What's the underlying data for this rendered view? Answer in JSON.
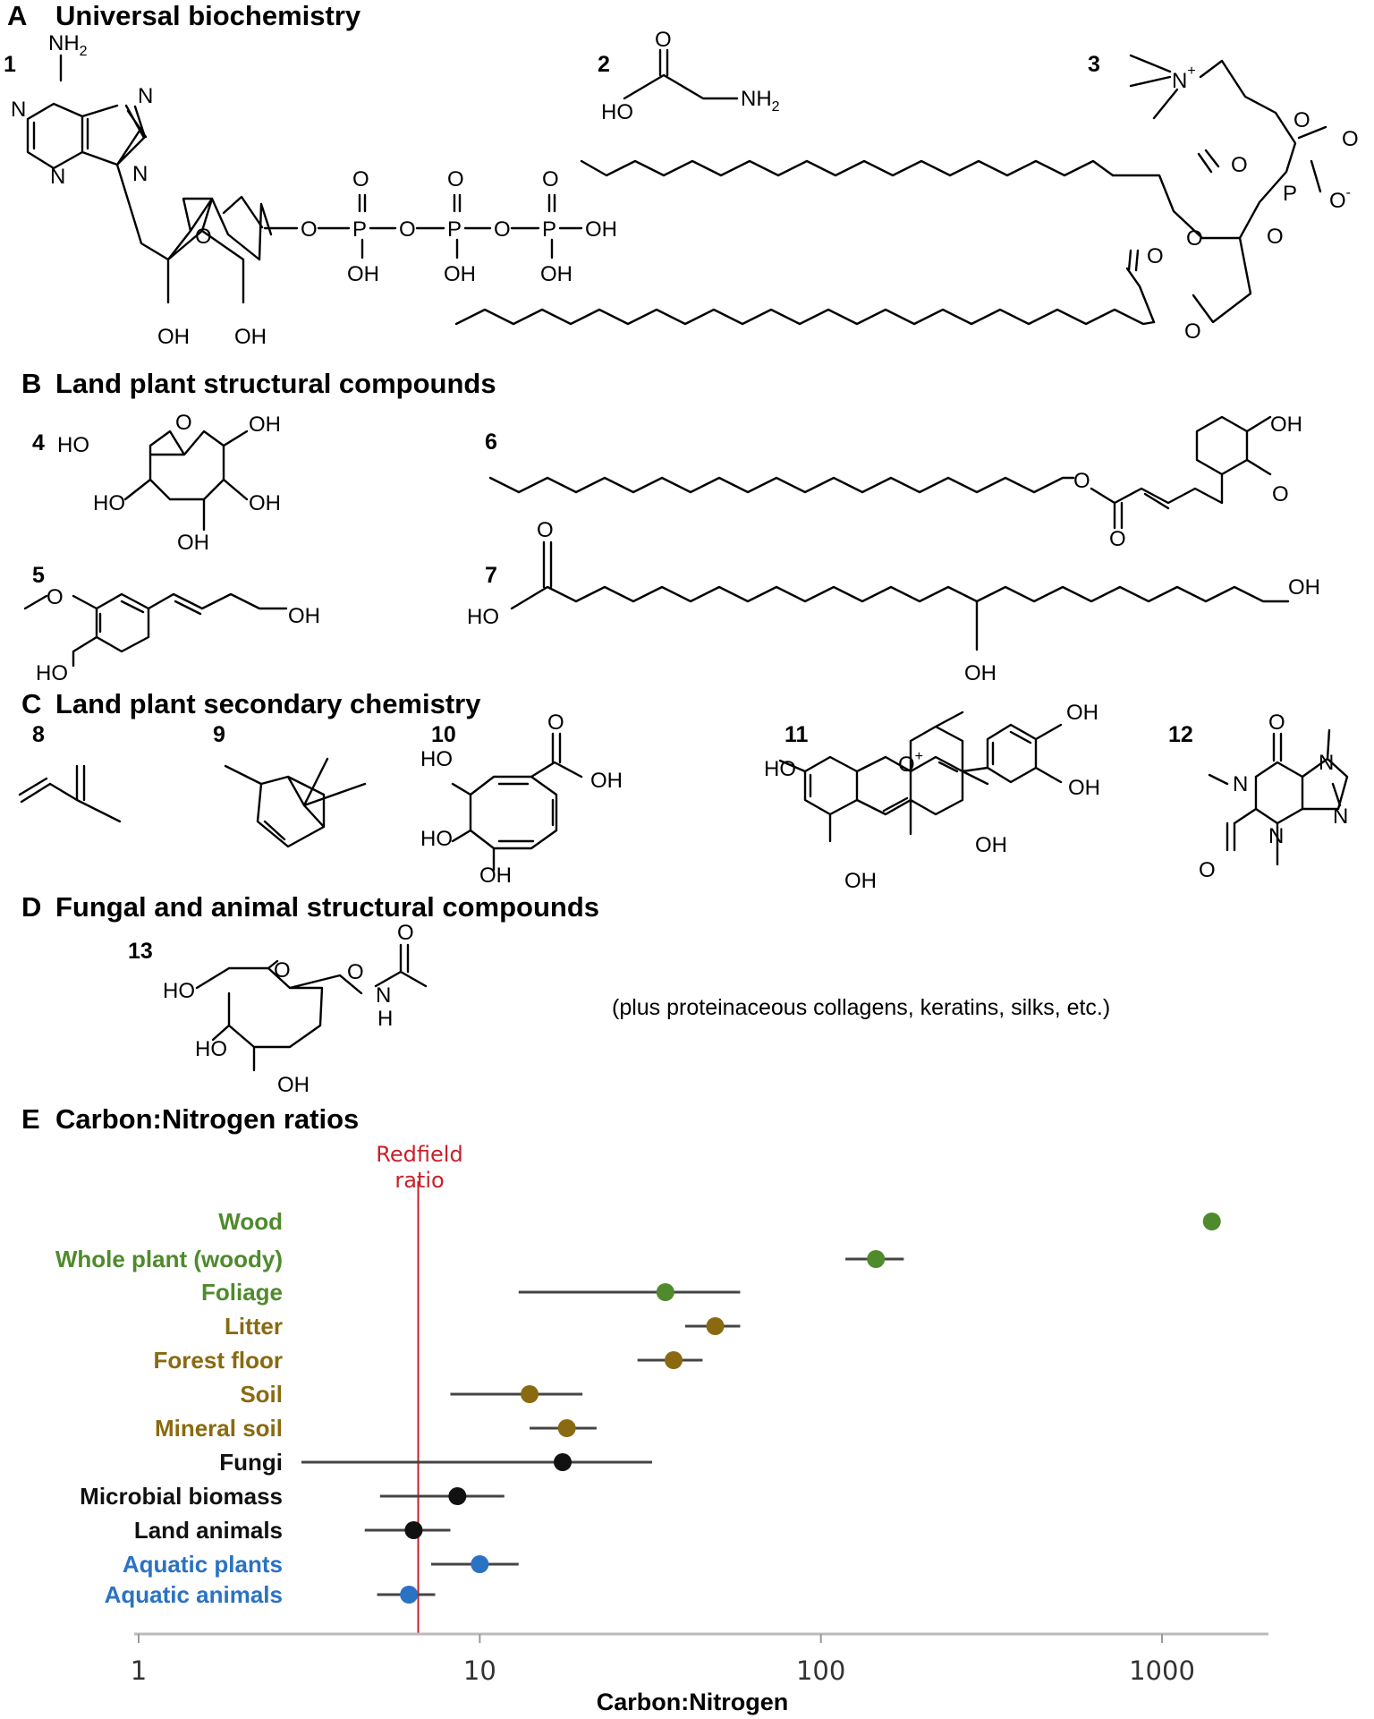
{
  "panels": {
    "A": {
      "letter": "A",
      "title": "Universal biochemistry"
    },
    "B": {
      "letter": "B",
      "title": "Land plant structural compounds"
    },
    "C": {
      "letter": "C",
      "title": "Land plant secondary chemistry"
    },
    "D": {
      "letter": "D",
      "title": "Fungal and animal structural compounds"
    },
    "E": {
      "letter": "E",
      "title": "Carbon:Nitrogen ratios"
    }
  },
  "compounds": [
    "1",
    "2",
    "3",
    "4",
    "5",
    "6",
    "7",
    "8",
    "9",
    "10",
    "11",
    "12",
    "13"
  ],
  "atoms": {
    "nh": "NH",
    "two": "2",
    "n": "N",
    "nplus": "N",
    "plus": "+",
    "o": "O",
    "p": "P",
    "oh": "OH",
    "ho": "HO",
    "h": "H",
    "ominus": "O",
    "minus": "-",
    "oplus": "O"
  },
  "note": "(plus proteinaceous collagens, keratins, silks, etc.)",
  "chart_data": {
    "type": "scatter",
    "title": "",
    "xlabel": "Carbon:Nitrogen",
    "ylabel": "",
    "x_scale": "log",
    "xlim": [
      1,
      2000
    ],
    "x_ticks": [
      1,
      10,
      100,
      1000
    ],
    "x_tick_labels": [
      "1",
      "10",
      "100",
      "1000"
    ],
    "grid": false,
    "reference_line": {
      "label_line1": "Redfield",
      "label_line2": "ratio",
      "x": 6.6,
      "color": "#c8202a"
    },
    "group_colors": {
      "plant": "#4f8a2c",
      "soil": "#8a6a10",
      "other": "#111111",
      "aquatic": "#2a72c4"
    },
    "categories": [
      "Wood",
      "Whole plant (woody)",
      "Foliage",
      "Litter",
      "Forest floor",
      "Soil",
      "Mineral soil",
      "Fungi",
      "Microbial biomass",
      "Land animals",
      "Aquatic plants",
      "Aquatic animals"
    ],
    "points": [
      {
        "label": "Wood",
        "group": "plant",
        "x": 1400,
        "low": null,
        "high": null
      },
      {
        "label": "Whole plant (woody)",
        "group": "plant",
        "x": 145,
        "low": 118,
        "high": 175
      },
      {
        "label": "Foliage",
        "group": "plant",
        "x": 35,
        "low": 13,
        "high": 58
      },
      {
        "label": "Litter",
        "group": "soil",
        "x": 49,
        "low": 40,
        "high": 58
      },
      {
        "label": "Forest floor",
        "group": "soil",
        "x": 37,
        "low": 29,
        "high": 45
      },
      {
        "label": "Soil",
        "group": "soil",
        "x": 14,
        "low": 8.2,
        "high": 20
      },
      {
        "label": "Mineral soil",
        "group": "soil",
        "x": 18,
        "low": 14,
        "high": 22
      },
      {
        "label": "Fungi",
        "group": "other",
        "x": 17.5,
        "low": 3,
        "high": 32
      },
      {
        "label": "Microbial biomass",
        "group": "other",
        "x": 8.6,
        "low": 5.1,
        "high": 11.8
      },
      {
        "label": "Land animals",
        "group": "other",
        "x": 6.4,
        "low": 4.6,
        "high": 8.2
      },
      {
        "label": "Aquatic plants",
        "group": "aquatic",
        "x": 10,
        "low": 7.2,
        "high": 13
      },
      {
        "label": "Aquatic animals",
        "group": "aquatic",
        "x": 6.2,
        "low": 5,
        "high": 7.4
      }
    ]
  }
}
